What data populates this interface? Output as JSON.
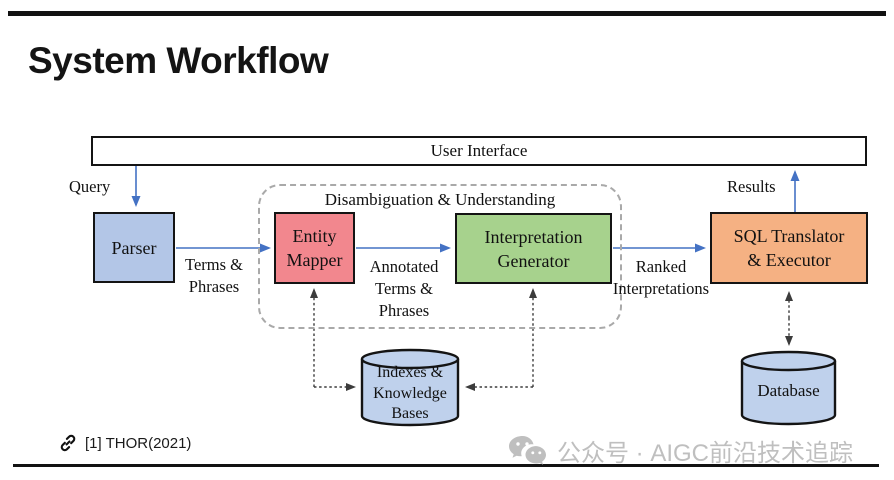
{
  "title": "System Workflow",
  "colors": {
    "parser_fill": "#b3c6e7",
    "entity_fill": "#f2878e",
    "generator_fill": "#a7d28d",
    "sql_fill": "#f5b183",
    "cylinder_fill": "#bfd1ec",
    "arrow_blue": "#4472c4",
    "dash_dark": "#3c3c3c",
    "dash_gray": "#a9a9a9",
    "wm_gray": "#bfbfbf"
  },
  "diagram": {
    "user_interface": {
      "label": "User Interface"
    },
    "group_label": "Disambiguation & Understanding",
    "nodes": {
      "parser": {
        "label": "Parser"
      },
      "entity_mapper": {
        "lines": [
          "Entity",
          "Mapper"
        ]
      },
      "interpretation_generator": {
        "lines": [
          "Interpretation",
          "Generator"
        ]
      },
      "sql_translator": {
        "lines": [
          "SQL Translator",
          "& Executor"
        ]
      },
      "indexes_kb": {
        "lines": [
          "Indexes &",
          "Knowledge",
          "Bases"
        ]
      },
      "database": {
        "label": "Database"
      }
    },
    "edge_labels": {
      "query": "Query",
      "results": "Results",
      "terms_phrases": {
        "lines": [
          "Terms &",
          "Phrases"
        ]
      },
      "annotated": {
        "lines": [
          "Annotated",
          "Terms &",
          "Phrases"
        ]
      },
      "ranked": {
        "lines": [
          "Ranked",
          "Interpretations"
        ]
      }
    }
  },
  "footer": {
    "citation": "[1] THOR(2021)"
  },
  "watermark": {
    "text": "公众号 · AIGC前沿技术追踪"
  }
}
